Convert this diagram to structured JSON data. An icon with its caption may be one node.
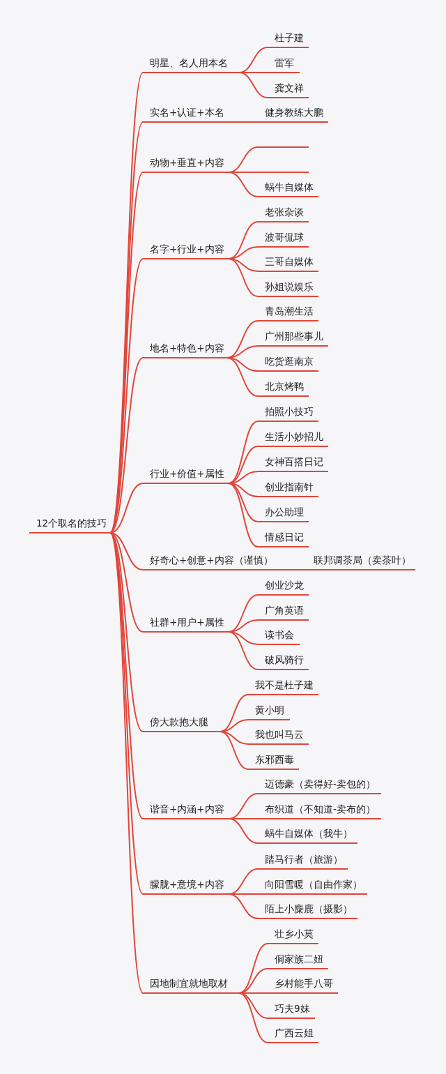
{
  "diagram": {
    "nodes": [
      {
        "text": [
          "12个取名的技巧"
        ]
      },
      {
        "text": [
          "明星、名人用本名"
        ]
      },
      {
        "text": [
          "杜子建"
        ]
      },
      {
        "text": [
          "雷军"
        ]
      },
      {
        "text": [
          "龚文祥"
        ]
      },
      {
        "text": [
          "实名+认证+本名"
        ]
      },
      {
        "text": [
          "健身教练大鹏"
        ]
      },
      {
        "text": [
          "动物+垂直+内容"
        ]
      },
      {
        "text": [],
        "shape": "line"
      },
      {
        "text": [],
        "shape": "line"
      },
      {
        "text": [
          "蜗牛自媒体"
        ]
      },
      {
        "text": [
          "名字+行业+内容"
        ]
      },
      {
        "text": [
          "老张杂谈"
        ]
      },
      {
        "text": [
          "波哥侃球"
        ]
      },
      {
        "text": [
          "三哥自媒体"
        ]
      },
      {
        "text": [
          "孙姐说娱乐"
        ]
      },
      {
        "text": [
          "地名+特色+内容"
        ]
      },
      {
        "text": [
          "青岛潮生活"
        ]
      },
      {
        "text": [
          "广州那些事儿"
        ]
      },
      {
        "text": [
          "吃货逛南京"
        ]
      },
      {
        "text": [
          "北京烤鸭"
        ]
      },
      {
        "text": [
          "行业+价值+属性"
        ]
      },
      {
        "text": [
          "拍照小技巧"
        ]
      },
      {
        "text": [
          "生活小妙招儿"
        ]
      },
      {
        "text": [
          "女神百搭日记"
        ]
      },
      {
        "text": [
          "创业指南针"
        ]
      },
      {
        "text": [
          "办公助理"
        ]
      },
      {
        "text": [
          "情感日记"
        ]
      },
      {
        "text": [
          "好奇心+创意+内容（谨慎）"
        ]
      },
      {
        "text": [
          "联邦调茶局（卖茶叶）"
        ]
      },
      {
        "text": [
          "社群+用户+属性"
        ]
      },
      {
        "text": [
          "创业沙龙"
        ]
      },
      {
        "text": [
          "广角英语"
        ]
      },
      {
        "text": [
          "读书会"
        ]
      },
      {
        "text": [
          "破风骑行"
        ]
      },
      {
        "text": [
          "傍大款抱大腿"
        ]
      },
      {
        "text": [
          "我不是杜子建"
        ]
      },
      {
        "text": [
          "黄小明"
        ]
      },
      {
        "text": [
          "我也叫马云"
        ]
      },
      {
        "text": [
          "东邪西毒"
        ]
      },
      {
        "text": [
          "谐音+内涵+内容"
        ]
      },
      {
        "text": [
          "迈德豪（卖得好-卖包的）"
        ]
      },
      {
        "text": [
          "布织道（不知道-卖布的）"
        ]
      },
      {
        "text": [
          "蜗牛自媒体（我牛）"
        ]
      },
      {
        "text": [
          "朦胧+意境+内容"
        ]
      },
      {
        "text": [
          "踏马行者（旅游）"
        ]
      },
      {
        "text": [
          "向阳雪暖（自由作家）"
        ]
      },
      {
        "text": [
          "陌上小麋鹿（摄影）"
        ]
      },
      {
        "text": [
          "因地制宜就地取材"
        ]
      },
      {
        "text": [
          "壮乡小莫"
        ]
      },
      {
        "text": [
          "侗家族二妞"
        ]
      },
      {
        "text": [
          "乡村能手八哥"
        ]
      },
      {
        "text": [
          "巧夫9妹"
        ]
      },
      {
        "text": [
          "广西云姐"
        ]
      }
    ],
    "edges": [
      {
        "from": 0,
        "to": 1,
        "arrow": "none"
      },
      {
        "from": 1,
        "to": 2,
        "arrow": "none"
      },
      {
        "from": 1,
        "to": 3,
        "arrow": "none"
      },
      {
        "from": 1,
        "to": 4,
        "arrow": "none"
      },
      {
        "from": 0,
        "to": 5,
        "arrow": "none"
      },
      {
        "from": 5,
        "to": 6,
        "arrow": "none"
      },
      {
        "from": 0,
        "to": 7,
        "arrow": "none"
      },
      {
        "from": 7,
        "to": 8,
        "arrow": "none"
      },
      {
        "from": 7,
        "to": 9,
        "arrow": "none"
      },
      {
        "from": 7,
        "to": 10,
        "arrow": "none"
      },
      {
        "from": 0,
        "to": 11,
        "arrow": "none"
      },
      {
        "from": 11,
        "to": 12,
        "arrow": "none"
      },
      {
        "from": 11,
        "to": 13,
        "arrow": "none"
      },
      {
        "from": 11,
        "to": 14,
        "arrow": "none"
      },
      {
        "from": 11,
        "to": 15,
        "arrow": "none"
      },
      {
        "from": 0,
        "to": 16,
        "arrow": "none"
      },
      {
        "from": 16,
        "to": 17,
        "arrow": "none"
      },
      {
        "from": 16,
        "to": 18,
        "arrow": "none"
      },
      {
        "from": 16,
        "to": 19,
        "arrow": "none"
      },
      {
        "from": 16,
        "to": 20,
        "arrow": "none"
      },
      {
        "from": 0,
        "to": 21,
        "arrow": "none"
      },
      {
        "from": 21,
        "to": 22,
        "arrow": "none"
      },
      {
        "from": 21,
        "to": 23,
        "arrow": "none"
      },
      {
        "from": 21,
        "to": 24,
        "arrow": "none"
      },
      {
        "from": 21,
        "to": 25,
        "arrow": "none"
      },
      {
        "from": 21,
        "to": 26,
        "arrow": "none"
      },
      {
        "from": 21,
        "to": 27,
        "arrow": "none"
      },
      {
        "from": 0,
        "to": 28,
        "arrow": "none"
      },
      {
        "from": 28,
        "to": 29,
        "arrow": "none"
      },
      {
        "from": 0,
        "to": 30,
        "arrow": "none"
      },
      {
        "from": 30,
        "to": 31,
        "arrow": "none"
      },
      {
        "from": 30,
        "to": 32,
        "arrow": "none"
      },
      {
        "from": 30,
        "to": 33,
        "arrow": "none"
      },
      {
        "from": 30,
        "to": 34,
        "arrow": "none"
      },
      {
        "from": 0,
        "to": 35,
        "arrow": "none"
      },
      {
        "from": 35,
        "to": 36,
        "arrow": "none"
      },
      {
        "from": 35,
        "to": 37,
        "arrow": "none"
      },
      {
        "from": 35,
        "to": 38,
        "arrow": "none"
      },
      {
        "from": 35,
        "to": 39,
        "arrow": "none"
      },
      {
        "from": 0,
        "to": 40,
        "arrow": "none"
      },
      {
        "from": 40,
        "to": 41,
        "arrow": "none"
      },
      {
        "from": 40,
        "to": 42,
        "arrow": "none"
      },
      {
        "from": 40,
        "to": 43,
        "arrow": "none"
      },
      {
        "from": 0,
        "to": 44,
        "arrow": "none"
      },
      {
        "from": 44,
        "to": 45,
        "arrow": "none"
      },
      {
        "from": 44,
        "to": 46,
        "arrow": "none"
      },
      {
        "from": 44,
        "to": 47,
        "arrow": "none"
      },
      {
        "from": 0,
        "to": 48,
        "arrow": "none"
      },
      {
        "from": 48,
        "to": 49,
        "arrow": "none"
      },
      {
        "from": 48,
        "to": 50,
        "arrow": "none"
      },
      {
        "from": 48,
        "to": 51,
        "arrow": "none"
      },
      {
        "from": 48,
        "to": 52,
        "arrow": "none"
      },
      {
        "from": 48,
        "to": 53,
        "arrow": "none"
      }
    ]
  }
}
